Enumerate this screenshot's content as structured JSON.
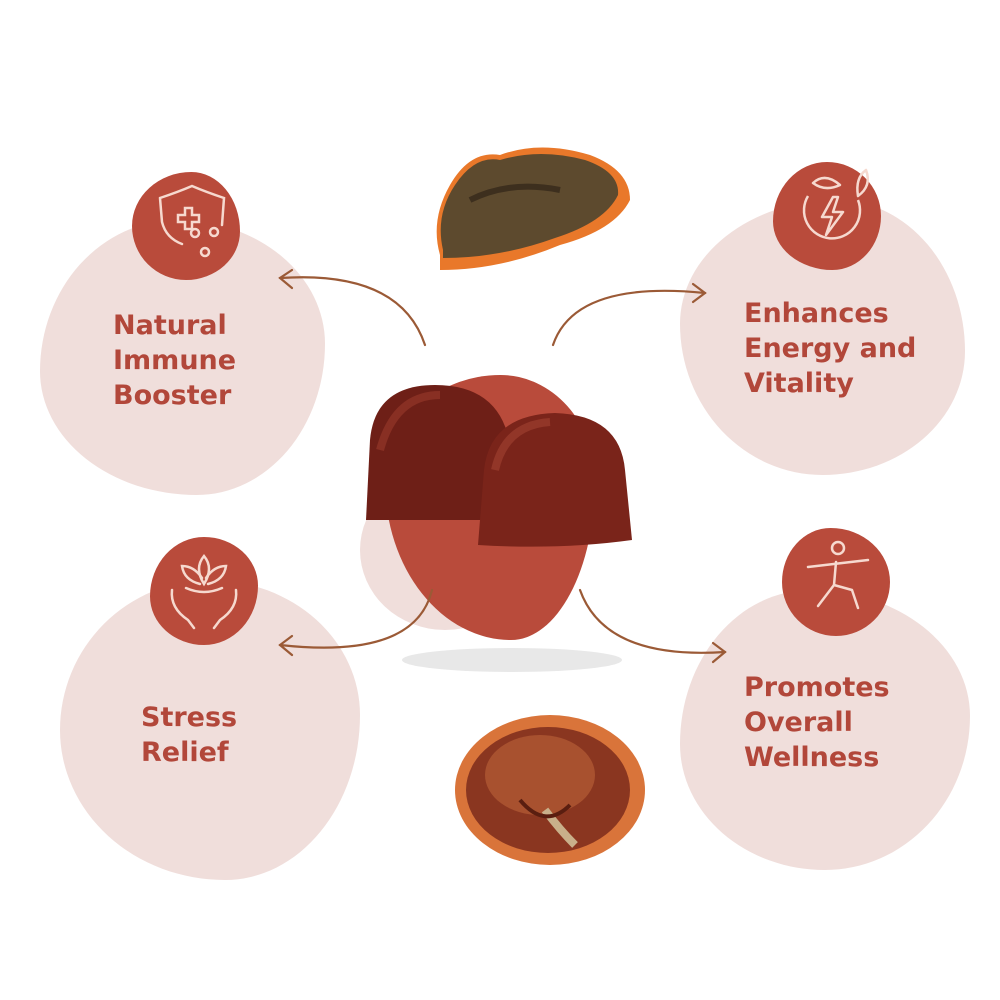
{
  "benefits": [
    {
      "label_lines": [
        "Natural",
        "Immune",
        "Booster"
      ],
      "icon": "shield-plus-virus-icon"
    },
    {
      "label_lines": [
        "Enhances",
        "Energy and",
        "Vitality"
      ],
      "icon": "lightning-leaf-icon"
    },
    {
      "label_lines": [
        "Stress",
        "Relief"
      ],
      "icon": "lotus-hands-icon"
    },
    {
      "label_lines": [
        "Promotes",
        "Overall",
        "Wellness"
      ],
      "icon": "yoga-pose-icon"
    }
  ],
  "colors": {
    "blob": "#f0dedb",
    "badge": "#b94b3b",
    "text": "#b2473a",
    "arrow": "#9b5a36",
    "gummy": "#6e1f17"
  }
}
